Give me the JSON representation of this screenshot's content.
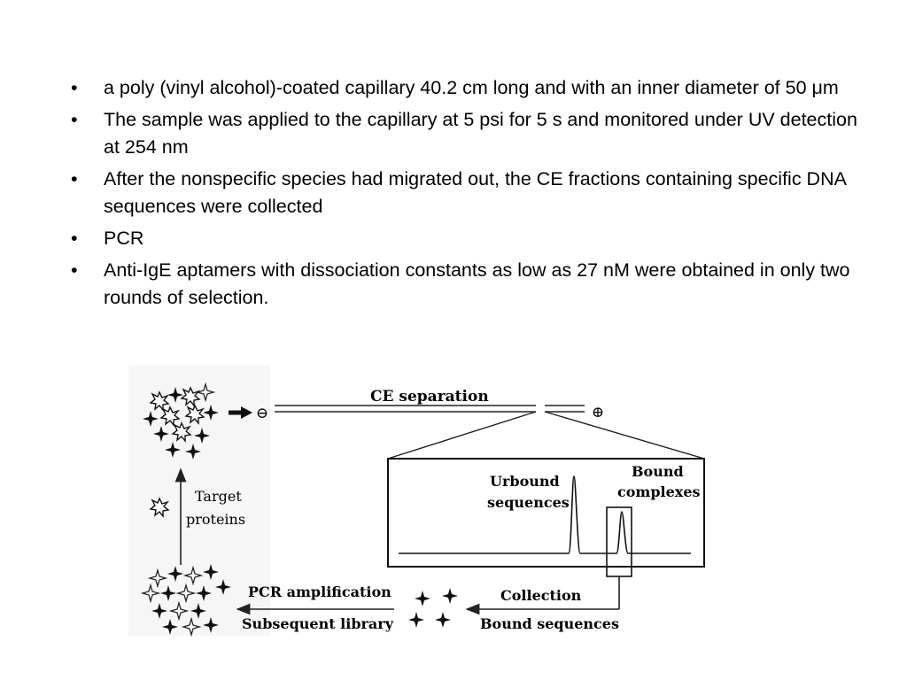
{
  "bullets": [
    "a poly (vinyl alcohol)-coated capillary 40.2 cm long and with an inner diameter of 50 μm",
    "The sample was applied to the capillary at 5 psi for 5 s and monitored under UV detection at 254 nm",
    "After the nonspecific species had migrated out, the CE fractions containing specific DNA sequences were collected",
    "PCR",
    "Anti-IgE aptamers with dissociation constants as low as 27 nM were obtained in only two rounds of selection."
  ],
  "diagram": {
    "ce_separation": "CE separation",
    "negative_sign": "⊖",
    "positive_sign": "⊕",
    "target_line1": "Target",
    "target_line2": "proteins",
    "unbound_line1": "Urbound",
    "unbound_line2": "sequences",
    "bound_line1": "Bound",
    "bound_line2": "complexes",
    "pcr": "PCR amplification",
    "subsequent": "Subsequent library",
    "collection": "Collection",
    "bound_sequences": "Bound sequences"
  }
}
